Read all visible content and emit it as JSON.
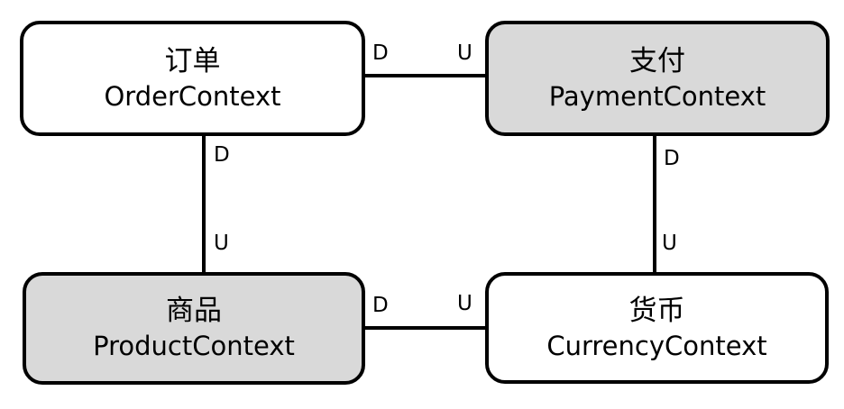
{
  "diagram": {
    "type": "context-map",
    "background": "#ffffff",
    "stroke_color": "#000000",
    "nodes": [
      {
        "id": "order",
        "name_zh": "订单",
        "name_en": "OrderContext",
        "fill": "#ffffff"
      },
      {
        "id": "payment",
        "name_zh": "支付",
        "name_en": "PaymentContext",
        "fill": "#d9d9d9"
      },
      {
        "id": "product",
        "name_zh": "商品",
        "name_en": "ProductContext",
        "fill": "#d9d9d9"
      },
      {
        "id": "currency",
        "name_zh": "货币",
        "name_en": "CurrencyContext",
        "fill": "#ffffff"
      }
    ],
    "edges": [
      {
        "from": "order",
        "to": "payment",
        "from_role": "D",
        "to_role": "U",
        "orientation": "horizontal"
      },
      {
        "from": "order",
        "to": "product",
        "from_role": "D",
        "to_role": "U",
        "orientation": "vertical"
      },
      {
        "from": "payment",
        "to": "currency",
        "from_role": "D",
        "to_role": "U",
        "orientation": "vertical"
      },
      {
        "from": "product",
        "to": "currency",
        "from_role": "D",
        "to_role": "U",
        "orientation": "horizontal"
      }
    ]
  }
}
